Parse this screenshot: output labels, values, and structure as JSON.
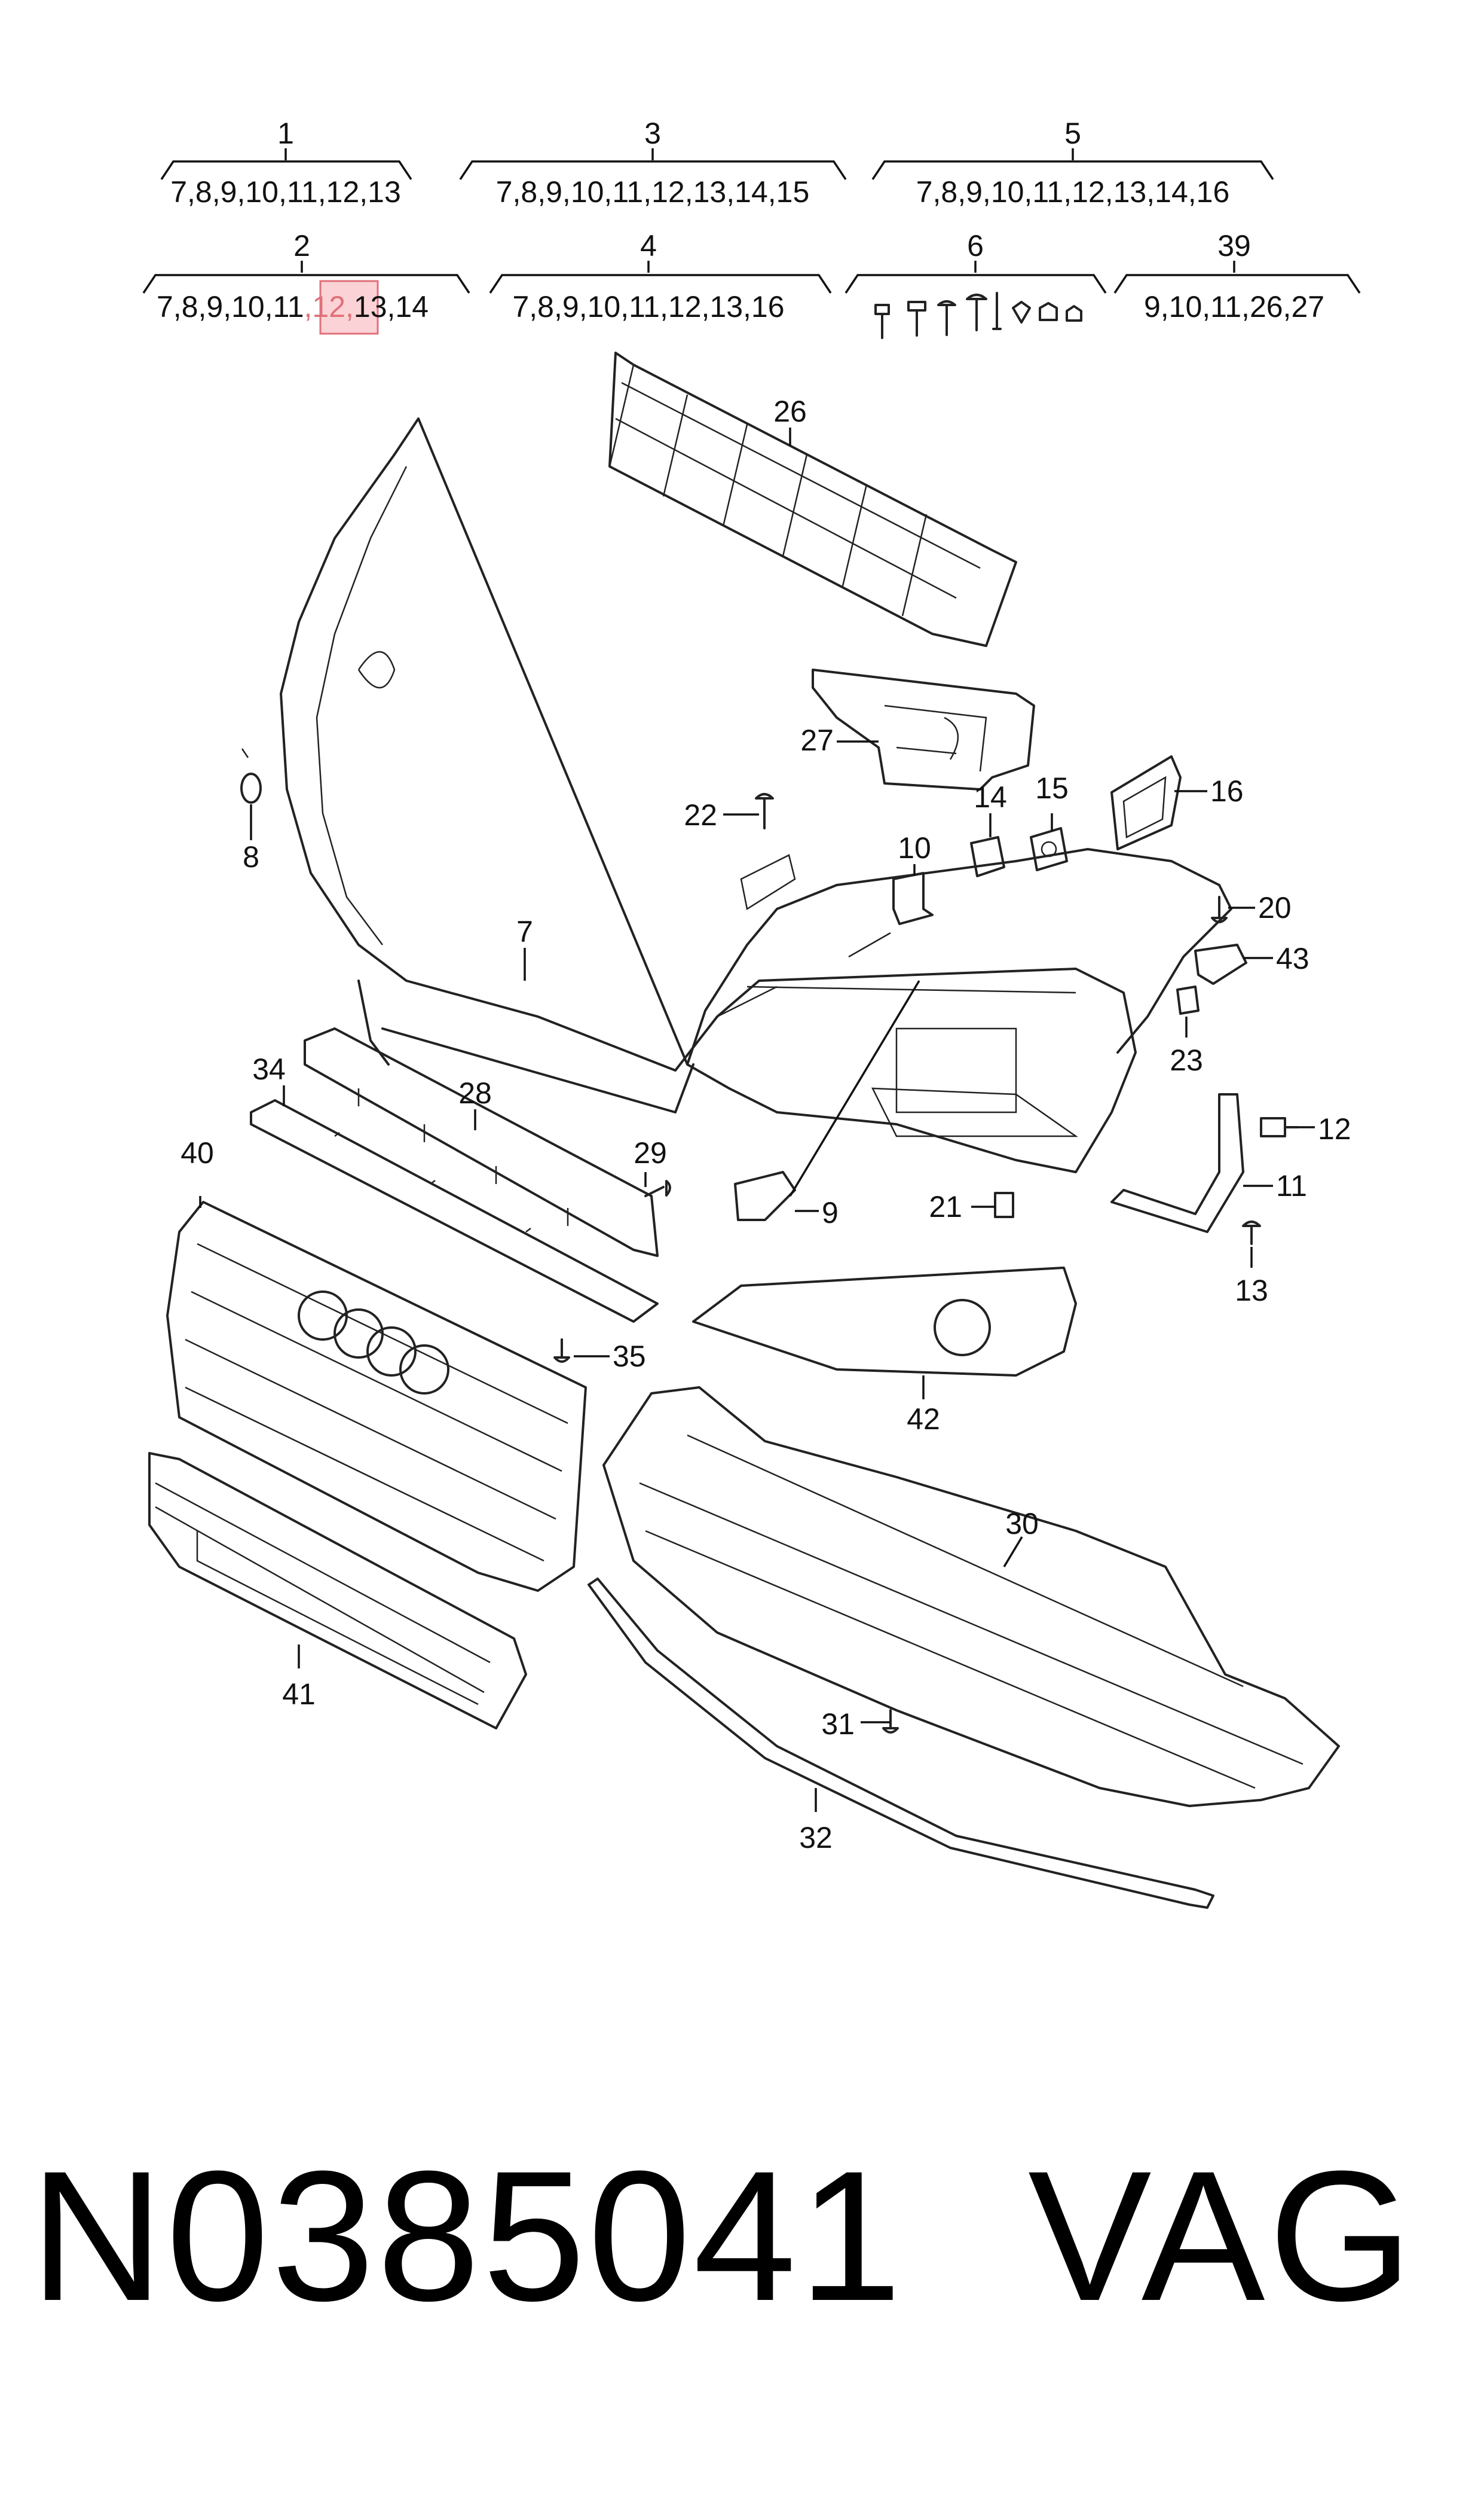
{
  "groups": [
    {
      "id": "1",
      "items": "7,8,9,10,11,12,13"
    },
    {
      "id": "3",
      "items": "7,8,9,10,11,12,13,14,15"
    },
    {
      "id": "5",
      "items": "7,8,9,10,11,12,13,14,16"
    },
    {
      "id": "2",
      "items_a": "7,8,9,10,11",
      "items_hl": ",12,",
      "items_b": "13,14"
    },
    {
      "id": "4",
      "items": "7,8,9,10,11,12,13,16"
    },
    {
      "id": "6",
      "items": ""
    },
    {
      "id": "39",
      "items": "9,10,11,26,27"
    }
  ],
  "callouts": [
    "26",
    "27",
    "8",
    "22",
    "14",
    "15",
    "16",
    "10",
    "7",
    "20",
    "43",
    "23",
    "34",
    "28",
    "40",
    "29",
    "9",
    "21",
    "12",
    "11",
    "13",
    "35",
    "42",
    "30",
    "41",
    "31",
    "32"
  ],
  "footer": {
    "part_number": "N0385041",
    "brand": "VAG"
  },
  "colors": {
    "line": "#222222",
    "highlight_fill": "#fbd3d6",
    "highlight_stroke": "#e0707a"
  }
}
